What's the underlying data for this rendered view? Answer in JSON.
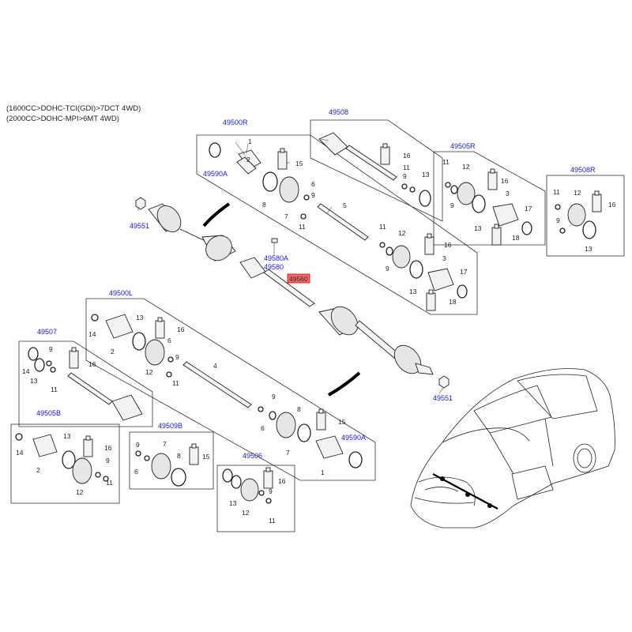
{
  "header": {
    "line1": "(1600CC>DOHC-TCI(GDI)>7DCT 4WD)",
    "line2": "(2000CC>DOHC-MPI>6MT 4WD)"
  },
  "groups": {
    "g49500R": "49500R",
    "g49508": "49508",
    "g49505R": "49505R",
    "g49508R": "49508R",
    "g49590A_top": "49590A",
    "g49551_top": "49551",
    "g49580A": "49580A",
    "g49580": "49580",
    "g49560": "49560",
    "g49500L": "49500L",
    "g49507": "49507",
    "g49551_bottom": "49551",
    "g49505B": "49505B",
    "g49509B": "49509B",
    "g49506": "49506",
    "g49590A_bottom": "49590A"
  },
  "numbers": {
    "n1": "1",
    "n2": "2",
    "n3": "3",
    "n4": "4",
    "n5": "5",
    "n6": "6",
    "n7": "7",
    "n8": "8",
    "n9": "9",
    "n11": "11",
    "n12": "12",
    "n13": "13",
    "n14": "14",
    "n15": "15",
    "n16": "16",
    "n17": "17",
    "n18": "18"
  },
  "colors": {
    "group_label": "#1a1acc",
    "highlight_fill": "#ff6b6b",
    "highlight_stroke": "#cc0000",
    "line": "#222222"
  },
  "icons": {
    "shaft": "drive-shaft-icon",
    "boot": "cv-boot-icon",
    "joint": "cv-joint-icon",
    "ring": "snap-ring-icon",
    "nut": "hex-nut-icon",
    "grease": "grease-tube-icon",
    "vehicle": "suv-vehicle-icon"
  }
}
